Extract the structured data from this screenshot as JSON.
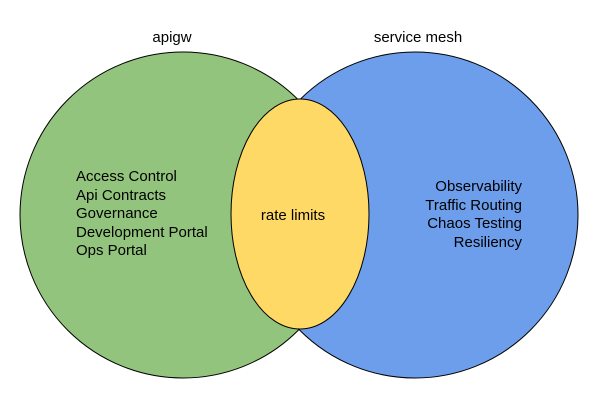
{
  "diagram": {
    "type": "venn",
    "background": "#FFFFFF",
    "stroke_color": "#000000",
    "left_set": {
      "title": "apigw",
      "color": "#93C47D",
      "items": [
        "Access Control",
        "Api Contracts",
        "Governance",
        "Development Portal",
        "Ops Portal"
      ]
    },
    "right_set": {
      "title": "service mesh",
      "color": "#6D9EEB",
      "items": [
        "Observability",
        "Traffic Routing",
        "Chaos Testing",
        "Resiliency"
      ]
    },
    "intersection": {
      "label": "rate limits",
      "color": "#FFD966"
    }
  }
}
